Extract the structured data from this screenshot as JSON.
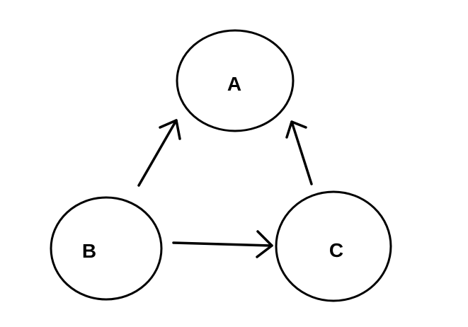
{
  "diagram": {
    "nodes": [
      {
        "id": "A",
        "label": "A"
      },
      {
        "id": "B",
        "label": "B"
      },
      {
        "id": "C",
        "label": "C"
      }
    ],
    "edges": [
      {
        "from": "B",
        "to": "A"
      },
      {
        "from": "B",
        "to": "C"
      },
      {
        "from": "C",
        "to": "A"
      }
    ],
    "colors": {
      "stroke": "#000000",
      "background": "#ffffff"
    }
  }
}
